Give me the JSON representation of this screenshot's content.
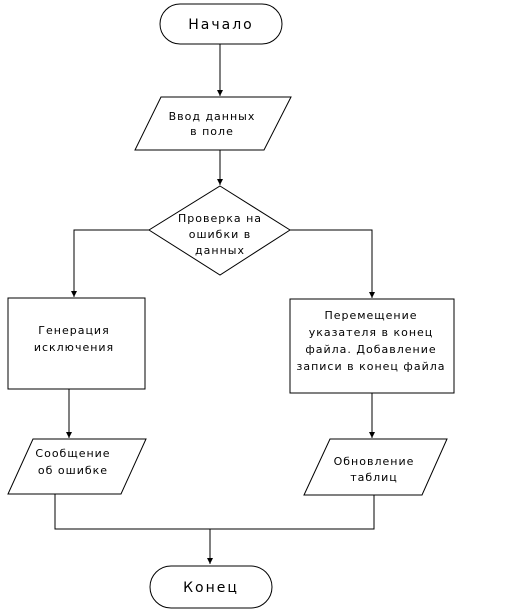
{
  "diagram": {
    "start": {
      "text": "Начало"
    },
    "input": {
      "lines": [
        "Ввод данных",
        "в поле"
      ]
    },
    "check": {
      "lines": [
        "Проверка на",
        "ошибки в",
        "данных"
      ]
    },
    "exception": {
      "lines": [
        "Генерация",
        "исключения"
      ]
    },
    "move": {
      "lines": [
        "Перемещение",
        "указателя в конец",
        "файла. Добавление",
        "записи в конец файла"
      ]
    },
    "error_msg": {
      "lines": [
        "Сообщение",
        "об ошибке"
      ]
    },
    "update": {
      "lines": [
        "Обновление",
        "таблиц"
      ]
    },
    "end": {
      "text": "Конец"
    }
  }
}
